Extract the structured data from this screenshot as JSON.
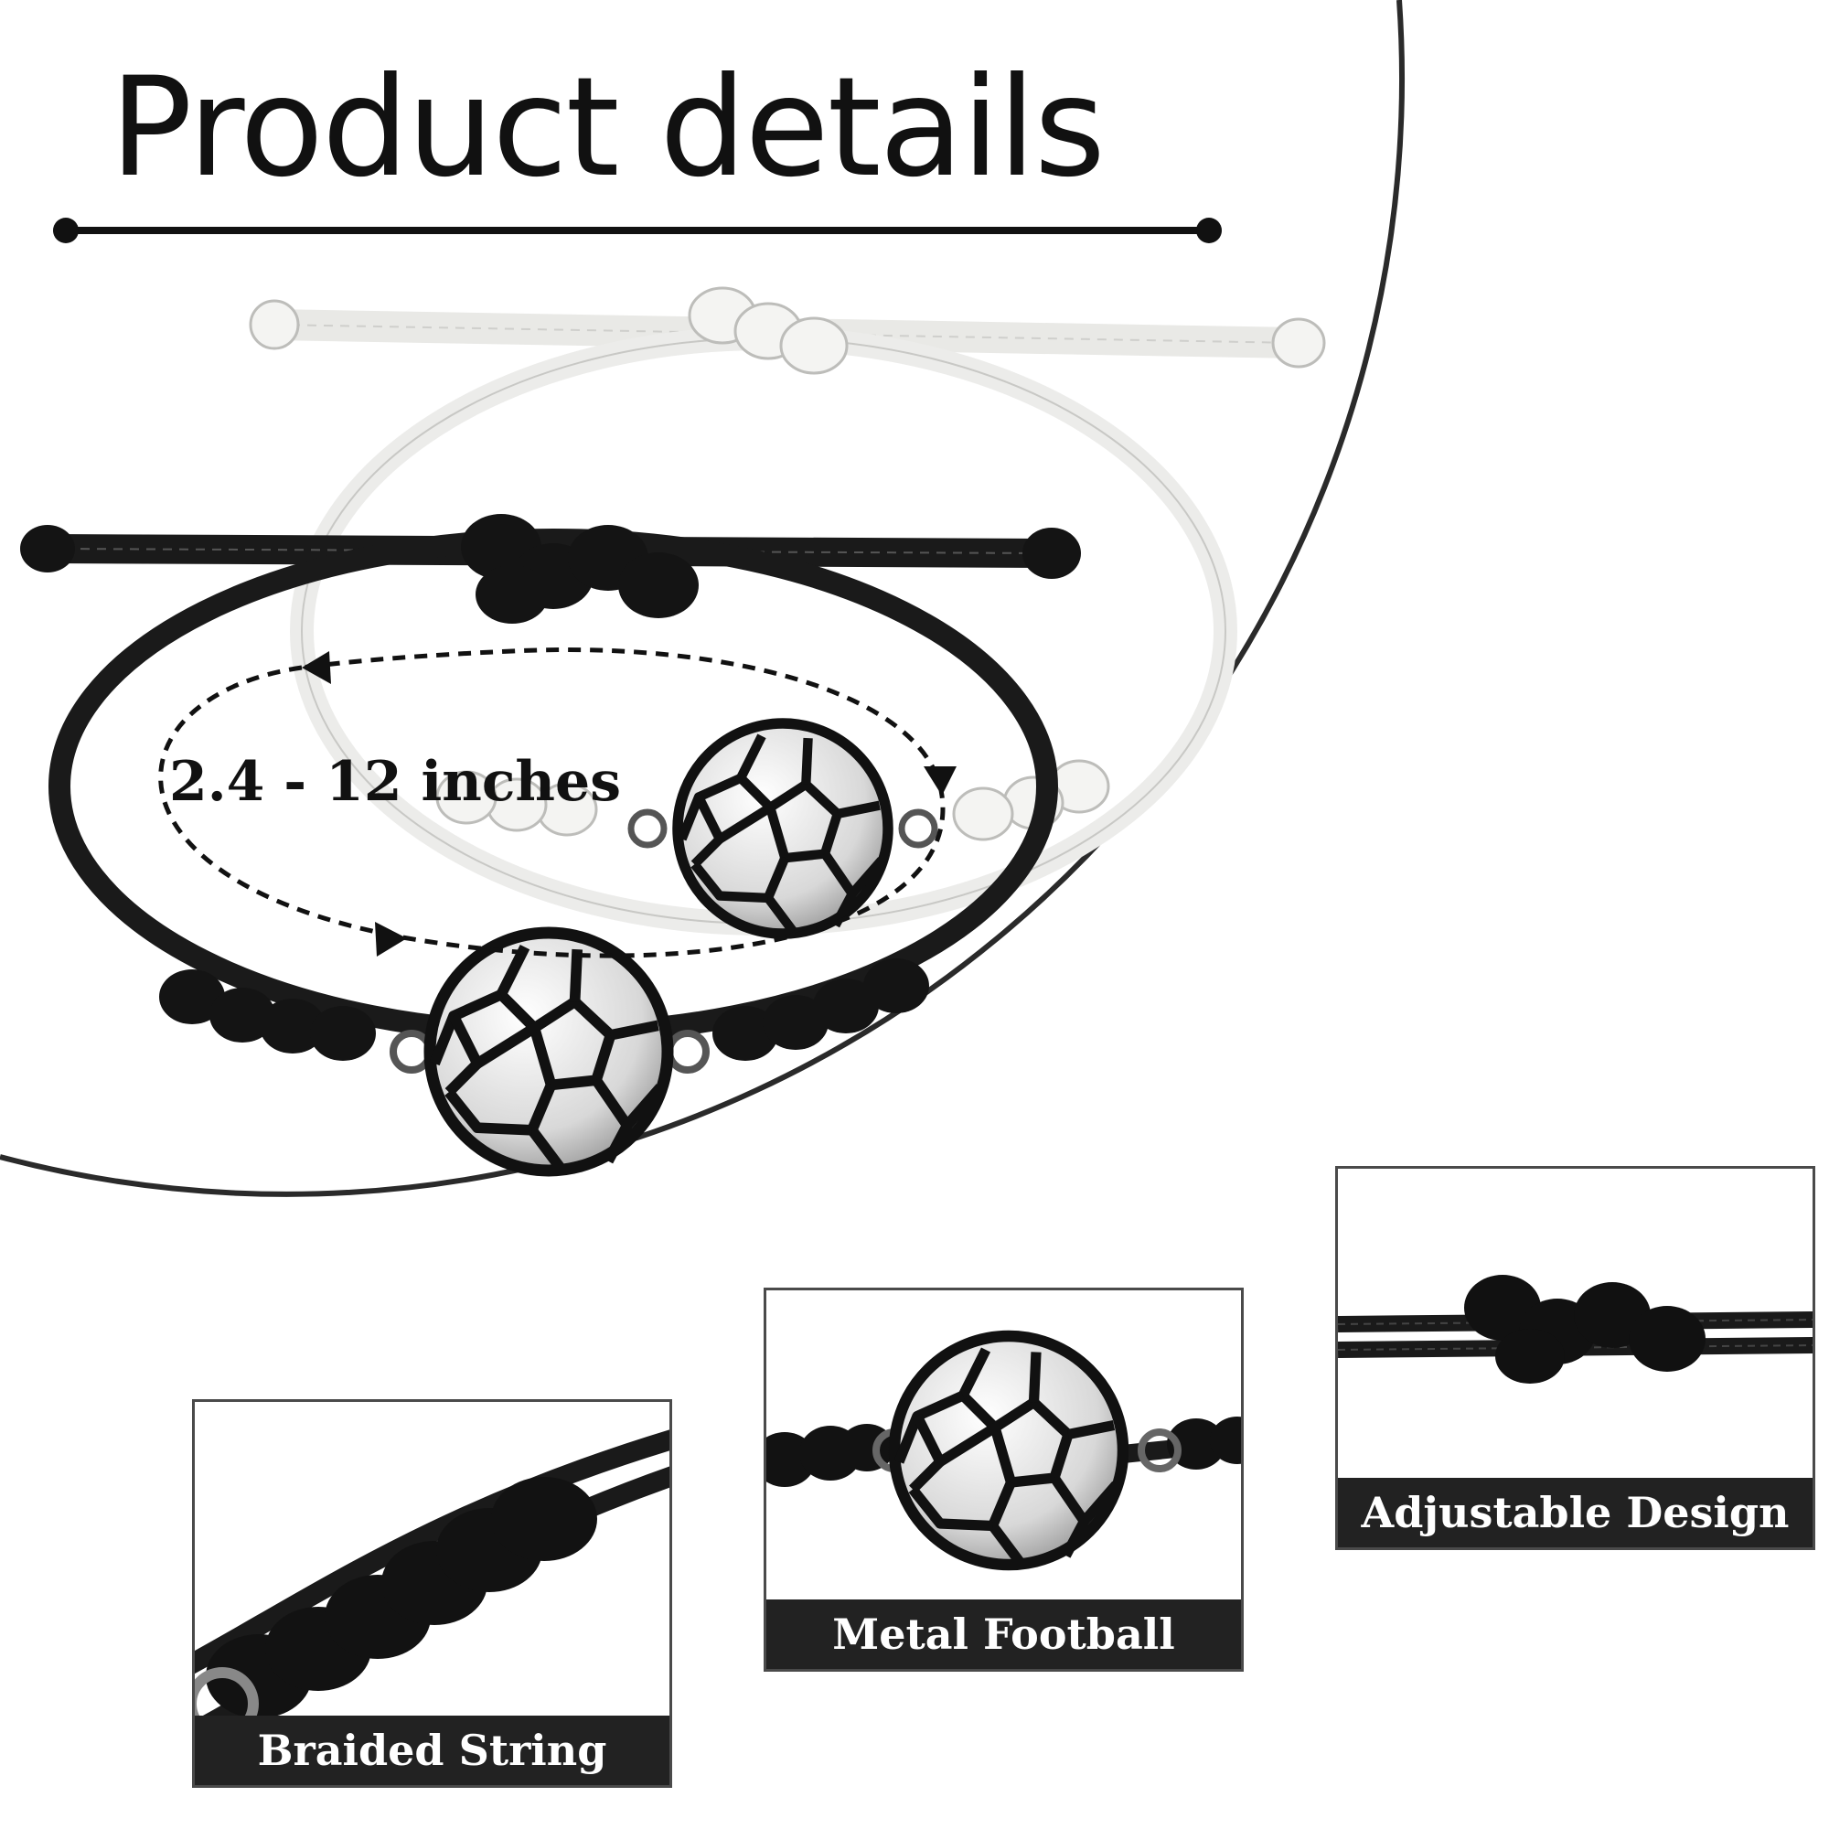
{
  "title": "Product details",
  "measurement": {
    "label": "2.4 - 12 inches"
  },
  "details": [
    {
      "caption": "Braided String"
    },
    {
      "caption": "Metal Football"
    },
    {
      "caption": "Adjustable Design"
    }
  ],
  "colors": {
    "black_cord": "#1a1a1a",
    "white_cord": "#f4f4f2",
    "outline": "#1f1f1f",
    "caption_bar": "#222222",
    "metal": "#d9d9d9"
  },
  "icons": [
    "football-charm-icon",
    "sliding-knot-icon",
    "dimension-arrow-icon"
  ]
}
